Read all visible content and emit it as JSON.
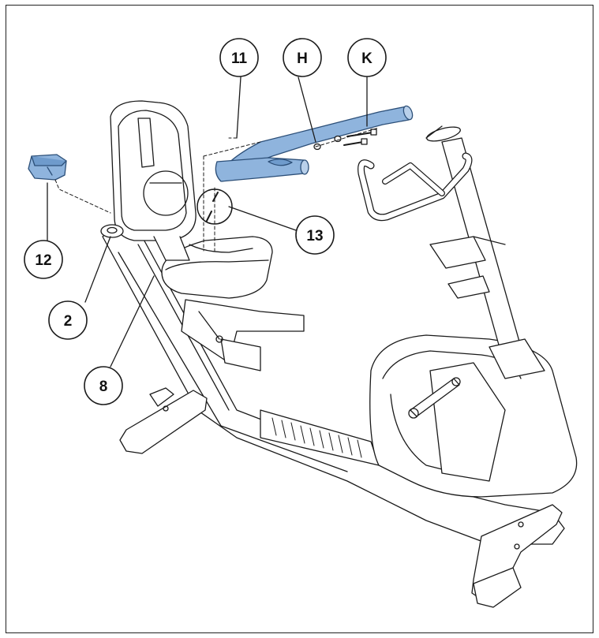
{
  "callouts": {
    "part_11": "11",
    "part_h": "H",
    "part_k": "K",
    "part_12": "12",
    "part_13": "13",
    "part_2": "2",
    "part_8": "8"
  },
  "colors": {
    "highlight_fill": "#8fb4dd",
    "highlight_stroke": "#2c4f78",
    "line": "#1a1a1a",
    "frame": "#222222"
  }
}
